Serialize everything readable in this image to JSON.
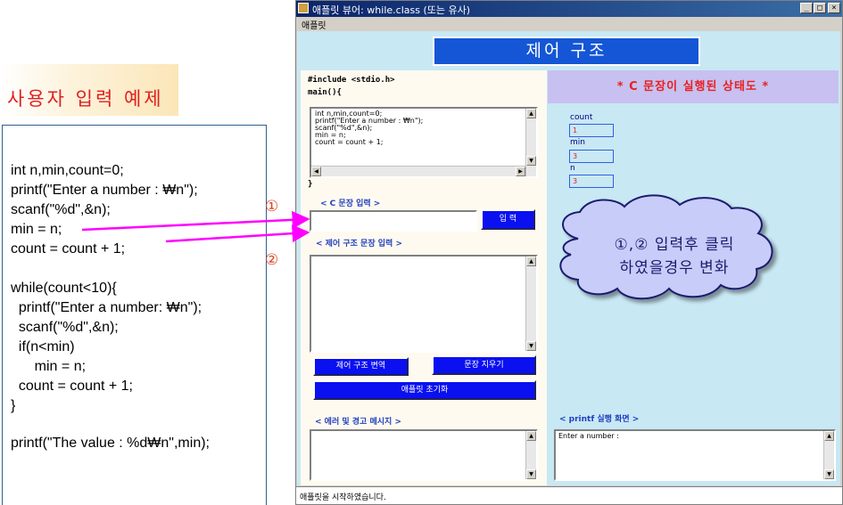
{
  "slide": {
    "title": "사용자 입력 예제",
    "code_lines": [
      "int n,min,count=0;",
      "printf(\"Enter a number : ₩n\");",
      "scanf(\"%d\",&n);",
      "min = n;",
      "count = count + 1;",
      "",
      "while(count<10){",
      "  printf(\"Enter a number: ₩n\");",
      "  scanf(\"%d\",&n);",
      "  if(n<min)",
      "      min = n;",
      "  count = count + 1;",
      "}",
      "",
      "printf(\"The value : %d₩n\",min);"
    ],
    "marker_1": "①",
    "marker_2": "②",
    "callout_text_line1": "①,② 입력후 클릭",
    "callout_text_line2": "하였을경우 변화",
    "colors": {
      "arrow": "#ff00ff",
      "title": "#e02020"
    }
  },
  "window": {
    "title": "애플릿 뷰어: while.class (또는 유사)",
    "menu": "애플릿",
    "controls": {
      "minimize": "_",
      "maximize": "□",
      "close": "×"
    }
  },
  "applet": {
    "banner": "제어 구조",
    "header_left": [
      "#include <stdio.h>",
      "main(){"
    ],
    "header_right": "* C 문장이 실행된 상태도 *",
    "code_area_lines": [
      "int n,min,count=0;",
      "printf(\"Enter a number : ₩n\");",
      "scanf(\"%d\",&n);",
      "min = n;",
      "count = count + 1;"
    ],
    "close_brace": "}",
    "c_statement_label": "< C 문장 입력 >",
    "input_button": "입 력",
    "control_statement_label": "< 제어 구조 문장 입력 >",
    "control_button": "제어 구조 변역",
    "clear_statement_button": "문장 지우기",
    "reset_button": "애플릿 초기화",
    "error_label": "< 에러 및 경고 메시지 >",
    "printf_label": "< printf    실행 화면 >",
    "printf_output": "Enter a number :",
    "variables": [
      {
        "name": "count",
        "value": "1"
      },
      {
        "name": "min",
        "value": "3"
      },
      {
        "name": "n",
        "value": "3"
      }
    ],
    "status": "애플릿을 시작하였습니다."
  }
}
